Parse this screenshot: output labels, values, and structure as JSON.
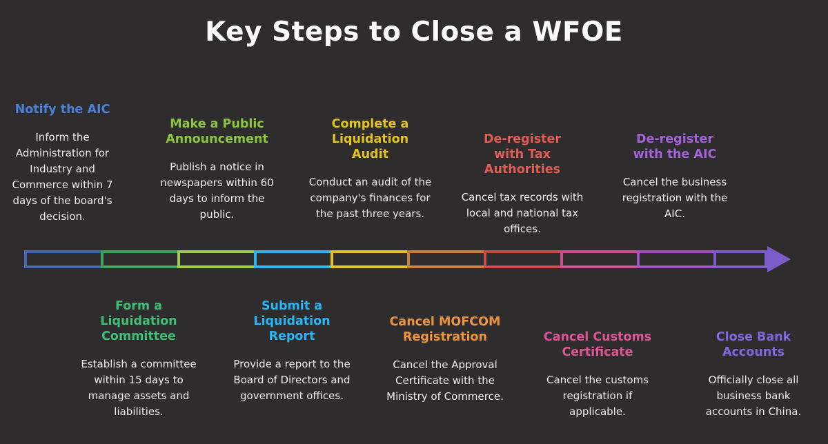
{
  "title": "Key Steps to Close a WFOE",
  "background": "#2e2c2c",
  "steps_top": [
    {
      "title": "Notify the AIC",
      "description": "Inform the Administration for Industry and Commerce within 7 days of the board's decision.",
      "color": "#4a80d9"
    },
    {
      "title": "Make a Public Announcement",
      "description": "Publish a notice in newspapers within 60 days to inform the public.",
      "color": "#8dc63f"
    },
    {
      "title": "Complete a Liquidation Audit",
      "description": "Conduct an audit of the company's finances for the past three years.",
      "color": "#e4c31d"
    },
    {
      "title": "De-register with Tax Authorities",
      "description": "Cancel tax records with local and national tax offices.",
      "color": "#e05d55"
    },
    {
      "title": "De-register with the AIC",
      "description": "Cancel the business registration with the AIC.",
      "color": "#a263d8"
    }
  ],
  "steps_bottom": [
    {
      "title": "Form a Liquidation Committee",
      "description": "Establish a committee within 15 days to manage assets and liabilities.",
      "color": "#3fbf77"
    },
    {
      "title": "Submit a Liquidation Report",
      "description": "Provide a report to the Board of Directors and government offices.",
      "color": "#29b6f6"
    },
    {
      "title": "Cancel MOFCOM Registration",
      "description": "Cancel the Approval Certificate with the Ministry of Commerce.",
      "color": "#f0953f"
    },
    {
      "title": "Cancel Customs Certificate",
      "description": "Cancel the customs registration if applicable.",
      "color": "#dd5596"
    },
    {
      "title": "Close Bank Accounts",
      "description": "Officially close all business bank accounts in China.",
      "color": "#7d68e0"
    }
  ],
  "timeline": {
    "segment_colors": [
      "#4466b0",
      "#3ea25c",
      "#9ccc4a",
      "#2eb5f0",
      "#e4c424",
      "#c97e3d",
      "#c94b4b",
      "#c94f8e",
      "#a050c0"
    ],
    "arrow_color": "#7b5cc9"
  }
}
